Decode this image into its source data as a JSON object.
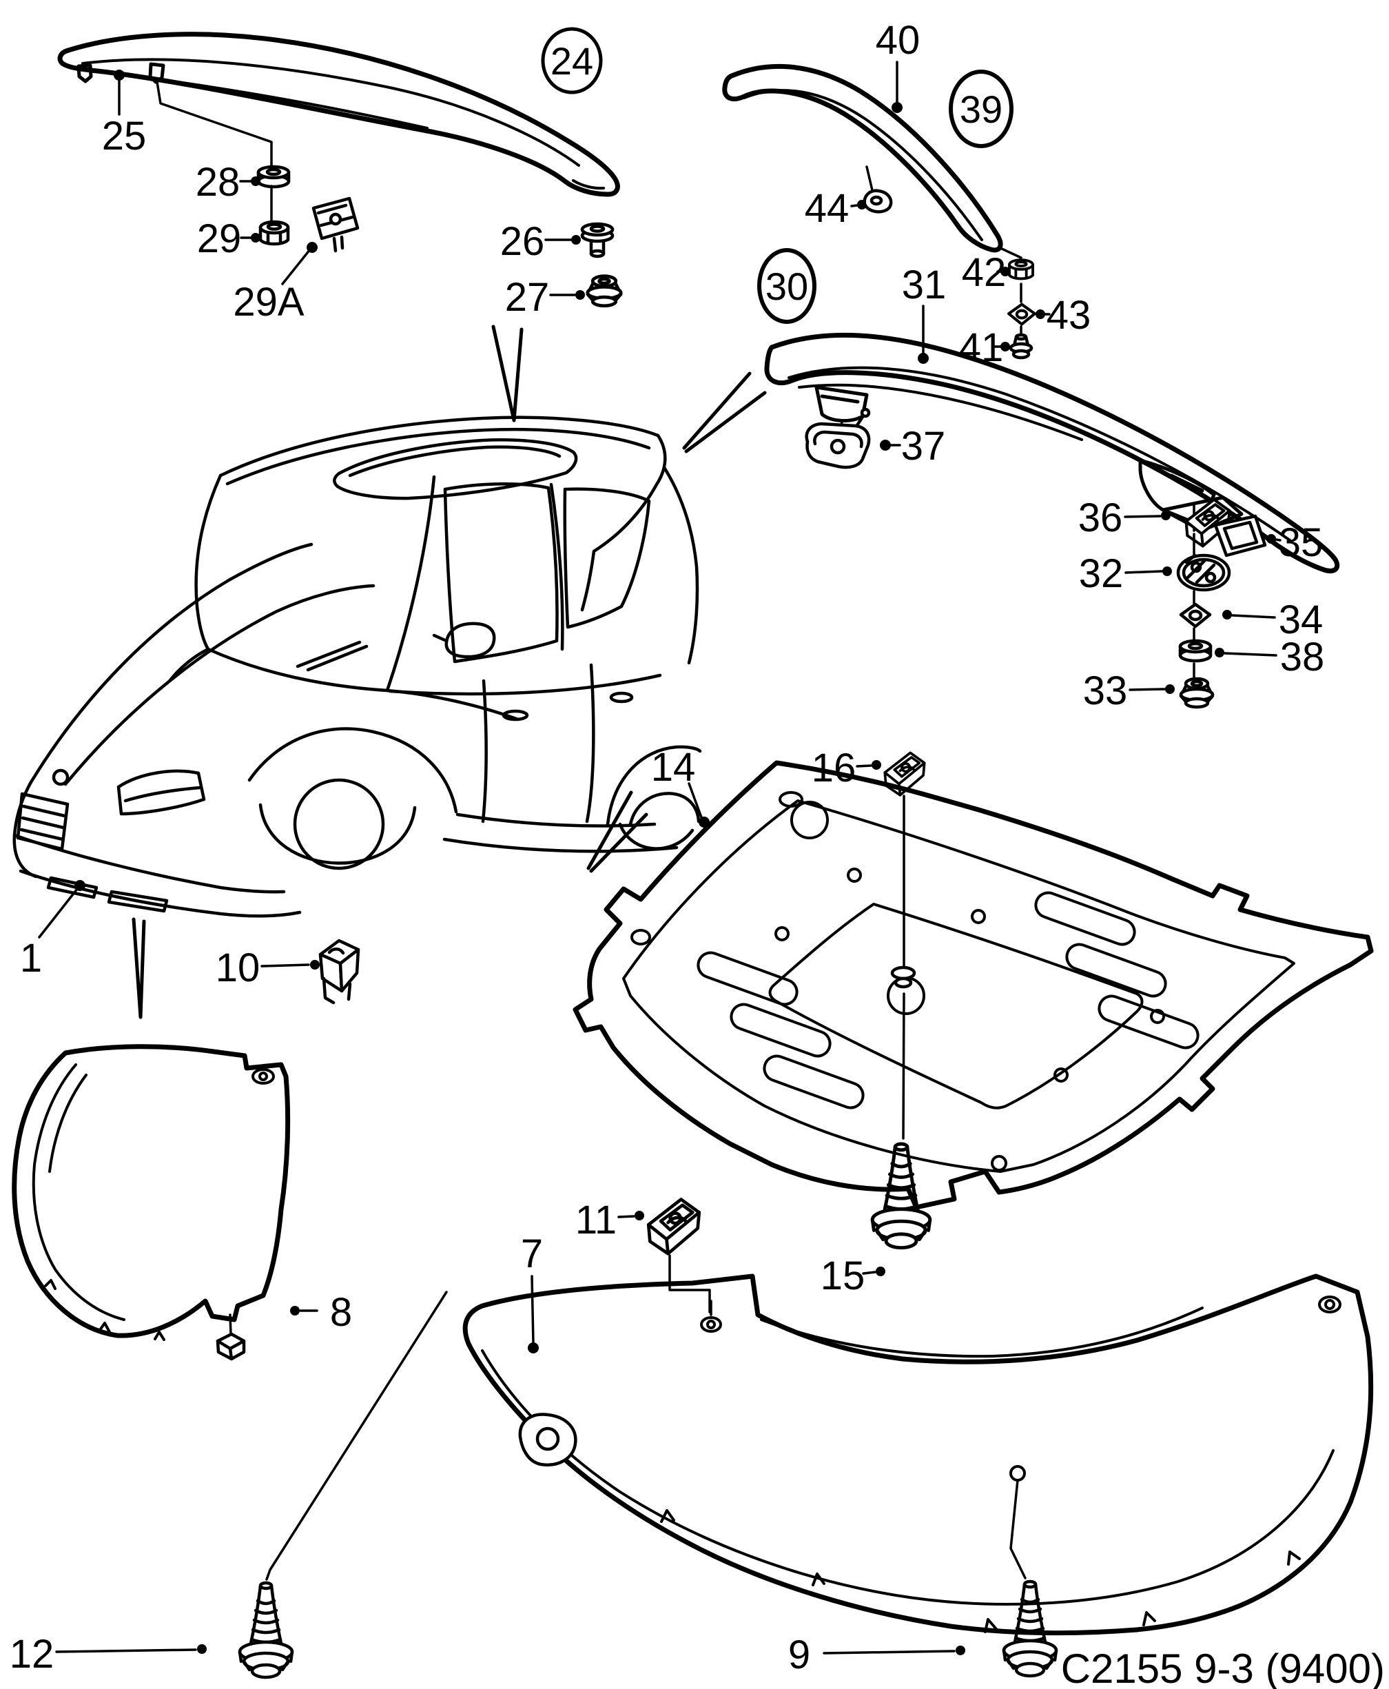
{
  "diagram": {
    "title": "Spoiler and shields exploded parts diagram",
    "footer_code": "C2155 9-3 (9400)",
    "colors": {
      "ink": "#000000",
      "paper": "#ffffff"
    },
    "badges": {
      "b24": "24",
      "b30": "30",
      "b39": "39"
    },
    "callouts": {
      "c1": "1",
      "c7": "7",
      "c8": "8",
      "c9": "9",
      "c10": "10",
      "c11": "11",
      "c12": "12",
      "c14": "14",
      "c15": "15",
      "c16": "16",
      "c25": "25",
      "c26": "26",
      "c27": "27",
      "c28": "28",
      "c29": "29",
      "c29A": "29A",
      "c31": "31",
      "c32": "32",
      "c33": "33",
      "c34": "34",
      "c35": "35",
      "c36": "36",
      "c37": "37",
      "c38": "38",
      "c40": "40",
      "c41": "41",
      "c42": "42",
      "c43": "43",
      "c44": "44"
    }
  }
}
